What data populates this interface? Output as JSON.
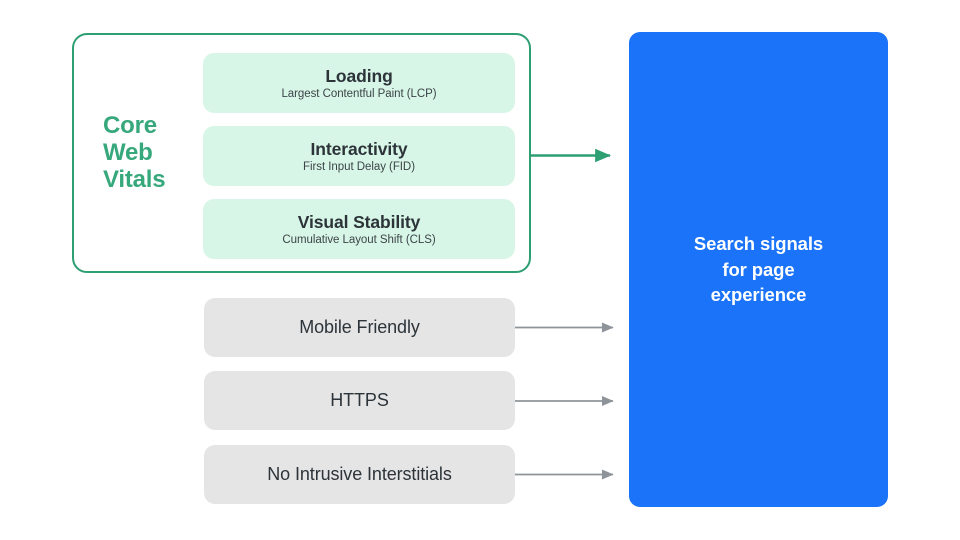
{
  "diagram": {
    "title": "Core Web Vitals and page experience search signals",
    "colors": {
      "container_border": "#2E9E73",
      "cwv_label": "#37A87C",
      "metric_box_fill": "#D8F6E7",
      "signal_box_fill": "#E5E5E6",
      "blue_panel_fill": "#1A73F8",
      "green_arrow": "#2E9E73",
      "gray_arrow": "#8E9499",
      "text_dark": "#2C3439",
      "text_white": "#FFFFFF",
      "background": "#FFFFFF"
    }
  },
  "core_web_vitals": {
    "group_label_lines": [
      "Core",
      "Web",
      "Vitals"
    ],
    "group_label": "Core Web Vitals",
    "metrics": [
      {
        "title": "Loading",
        "subtitle": "Largest Contentful Paint (LCP)"
      },
      {
        "title": "Interactivity",
        "subtitle": "First Input Delay (FID)"
      },
      {
        "title": "Visual Stability",
        "subtitle": "Cumulative Layout Shift (CLS)"
      }
    ]
  },
  "other_signals": [
    {
      "label": "Mobile Friendly"
    },
    {
      "label": "HTTPS"
    },
    {
      "label": "No Intrusive Interstitials"
    }
  ],
  "output_panel": {
    "lines": [
      "Search signals",
      "for page",
      "experience"
    ],
    "text": "Search signals for page experience"
  },
  "arrows": [
    {
      "name": "core-web-vitals-arrow",
      "color": "#2E9E73"
    },
    {
      "name": "mobile-friendly-arrow",
      "color": "#8E9499"
    },
    {
      "name": "https-arrow",
      "color": "#8E9499"
    },
    {
      "name": "no-intrusive-interstitials-arrow",
      "color": "#8E9499"
    }
  ]
}
